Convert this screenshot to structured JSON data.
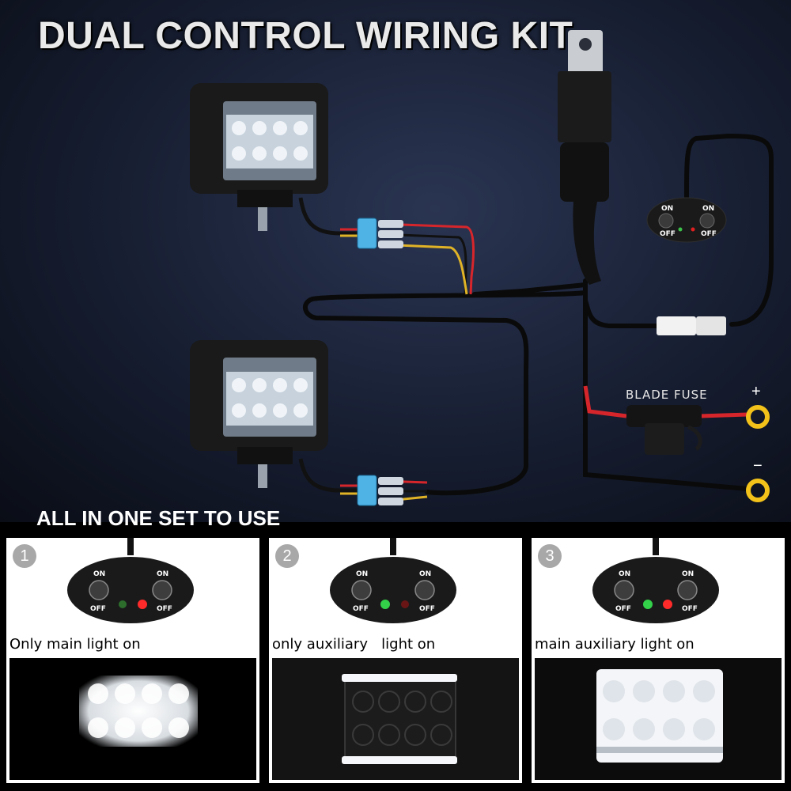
{
  "title": "DUAL CONTROL WIRING KIT",
  "diagram": {
    "fuse_label": "BLADE FUSE",
    "positive_symbol": "+",
    "negative_symbol": "−",
    "switch_labels": {
      "on": "ON",
      "off": "OFF"
    },
    "wire_colors": {
      "red": "#d6262b",
      "yellow": "#e0b326",
      "black": "#111111"
    },
    "connector_color": "#4fb3e6",
    "terminal_color": "#f2c21a"
  },
  "section_title": "ALL IN ONE SET TO USE",
  "panels": [
    {
      "number": "1",
      "caption": "Only main light on",
      "switch_labels": {
        "on": "ON",
        "off": "OFF"
      }
    },
    {
      "number": "2",
      "caption": "only auxiliary   light on",
      "switch_labels": {
        "on": "ON",
        "off": "OFF"
      }
    },
    {
      "number": "3",
      "caption": "main auxiliary light on",
      "switch_labels": {
        "on": "ON",
        "off": "OFF"
      }
    }
  ]
}
